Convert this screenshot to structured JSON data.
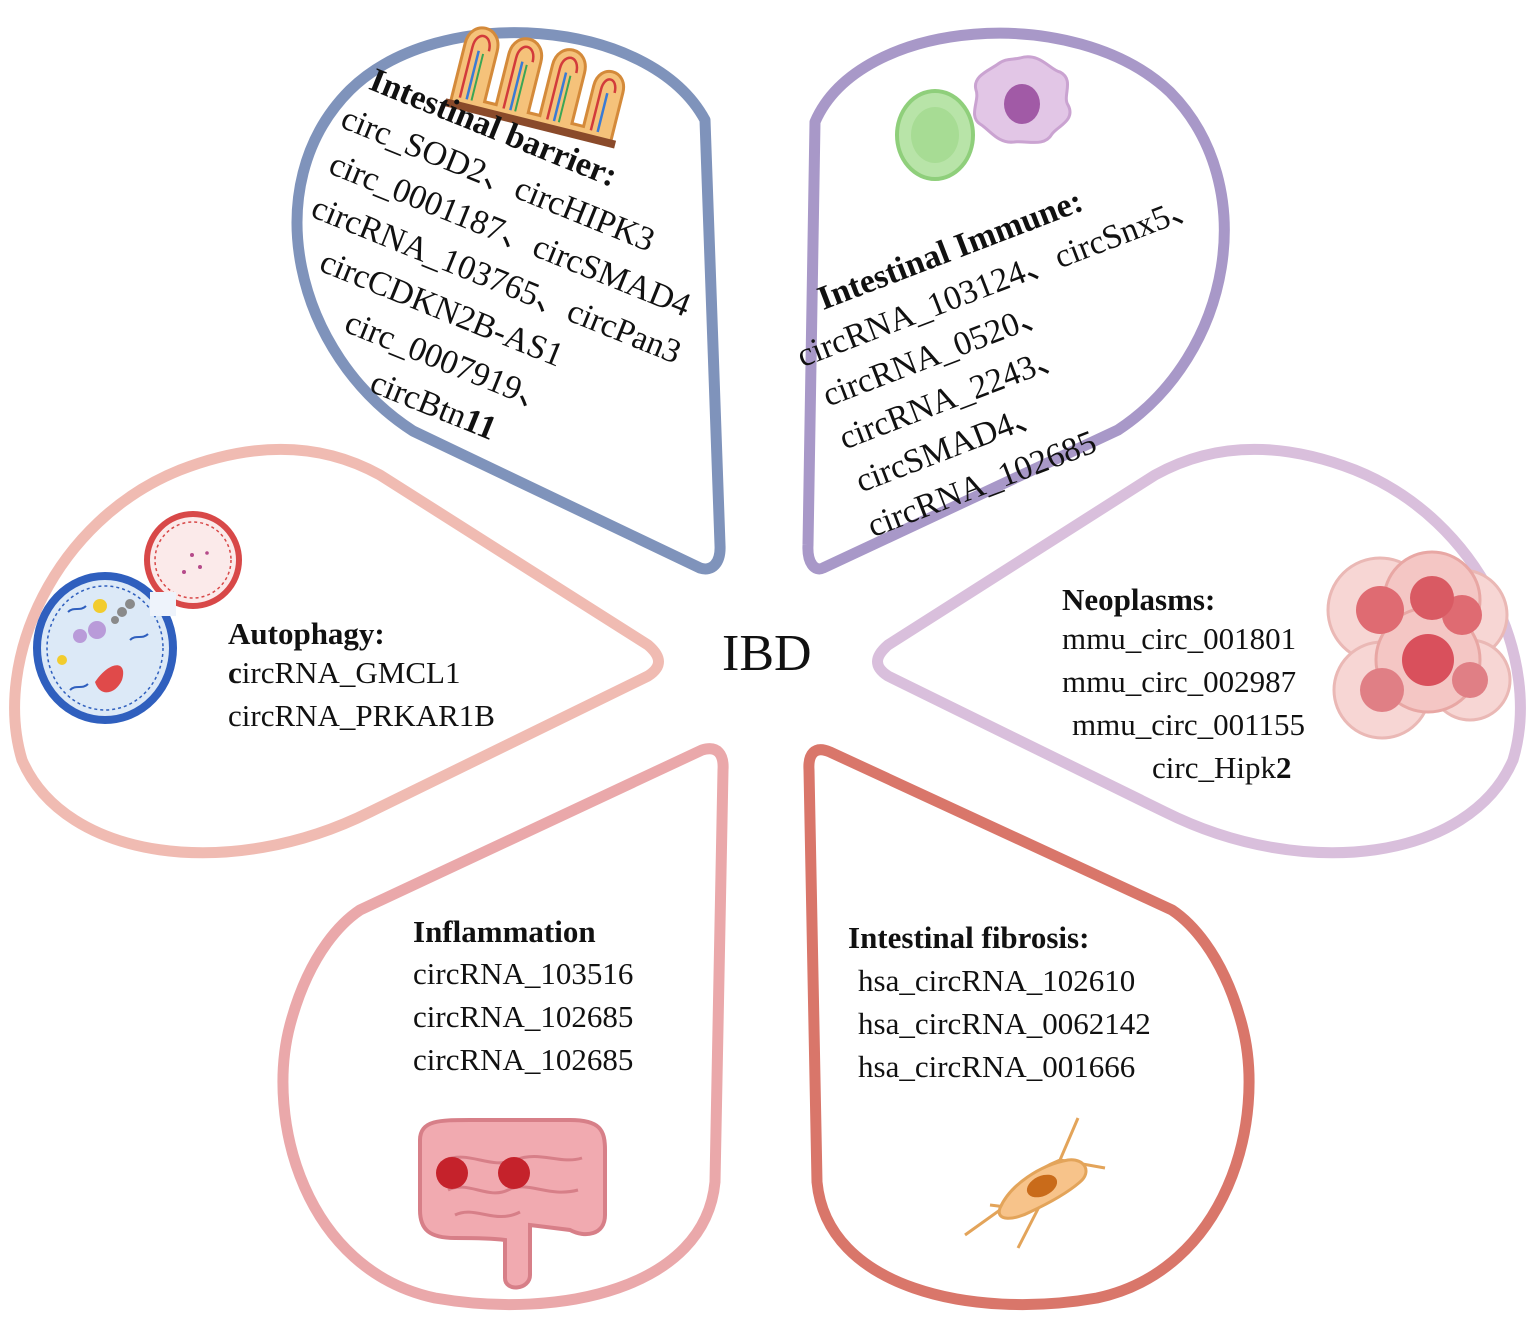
{
  "center_label": "IBD",
  "petals": {
    "barrier": {
      "title": "Intestinal barrier:",
      "lines": [
        "circ_SOD2、circHIPK3",
        "circ_0001187、circSMAD4",
        "circRNA_103765、circPan3",
        "circCDKN2B-AS1",
        "circ_0007919、"
      ],
      "last_line": {
        "text": "circBtn",
        "suffix_bold": "11"
      },
      "color": "#7f93bb"
    },
    "immune": {
      "title": "Intestinal Immune:",
      "lines": [
        "circRNA_103124、circSnx5、",
        "circRNA_0520、",
        "circRNA_2243、",
        "circSMAD4、",
        "circRNA_102685"
      ],
      "color": "#a898c8"
    },
    "autophagy": {
      "title": "Autophagy:",
      "first_line": {
        "prefix_bold": "c",
        "text": "ircRNA_GMCL1"
      },
      "lines": [
        "circRNA_PRKAR1B"
      ],
      "color": "#f0bbb2"
    },
    "neoplasms": {
      "title": "Neoplasms:",
      "lines": [
        "mmu_circ_001801",
        "mmu_circ_002987",
        "mmu_circ_001155"
      ],
      "last_line": {
        "text": "circ_Hipk",
        "suffix_bold": "2"
      },
      "color": "#d9bfdc"
    },
    "inflammation": {
      "title": "Inflammation",
      "lines": [
        "circRNA_103516",
        "circRNA_102685",
        "circRNA_102685"
      ],
      "color": "#eaa8aa"
    },
    "fibrosis": {
      "title": "Intestinal fibrosis:",
      "lines": [
        "hsa_circRNA_102610",
        "hsa_circRNA_0062142",
        "hsa_circRNA_001666"
      ],
      "color": "#d9766a"
    }
  }
}
